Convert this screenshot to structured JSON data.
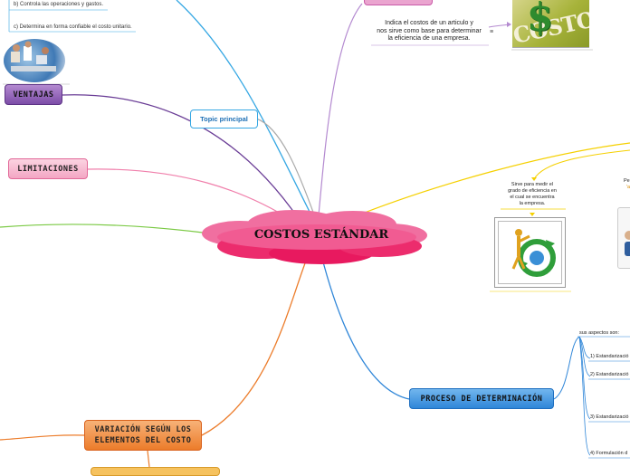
{
  "central_topic": "COSTOS ESTÁNDAR",
  "topic_principal": "Topic principal",
  "branches": {
    "ventajas": "VENTAJAS",
    "limitaciones": "LIMITACIONES",
    "proceso": "PROCESO DE DETERMINACIÓN",
    "variacion_line1": "VARIACIÓN SEGÚN LOS",
    "variacion_line2": "ELEMENTOS DEL COSTO"
  },
  "ventajas_items": [
    "b) Controla las operaciones y gastos.",
    "c) Determina en forma confiable el costo unitario."
  ],
  "description": {
    "line1": "Indica el costos de un articulo y",
    "line2": "nos sirve como base para determinar",
    "line3": "la eficiencia de una empresa."
  },
  "sirve": {
    "line1": "Sirve para medir el",
    "line2": "grado de eficiencia en",
    "line3": "el cual se encuentra",
    "line4": "la empresa."
  },
  "proceso_header": "sus aspectos son:",
  "proceso_steps": [
    "1) Estandarizació",
    "2) Estandarizació",
    "3) Estandarizació",
    "4) Formulación d"
  ],
  "right_fragment": "Pe",
  "right_fragment2": "'a",
  "costos_image_text": "COSTOS",
  "note_icon": "≡",
  "colors": {
    "purple": "#7c4da8",
    "pink": "#f3a6c4",
    "blue": "#2f86d8",
    "orange": "#ec7c2a",
    "central_pink": "#e8195f",
    "green": "#7ac943",
    "light_blue": "#35a7e3",
    "yellow": "#f5d000",
    "lavender": "#b48ad0"
  }
}
